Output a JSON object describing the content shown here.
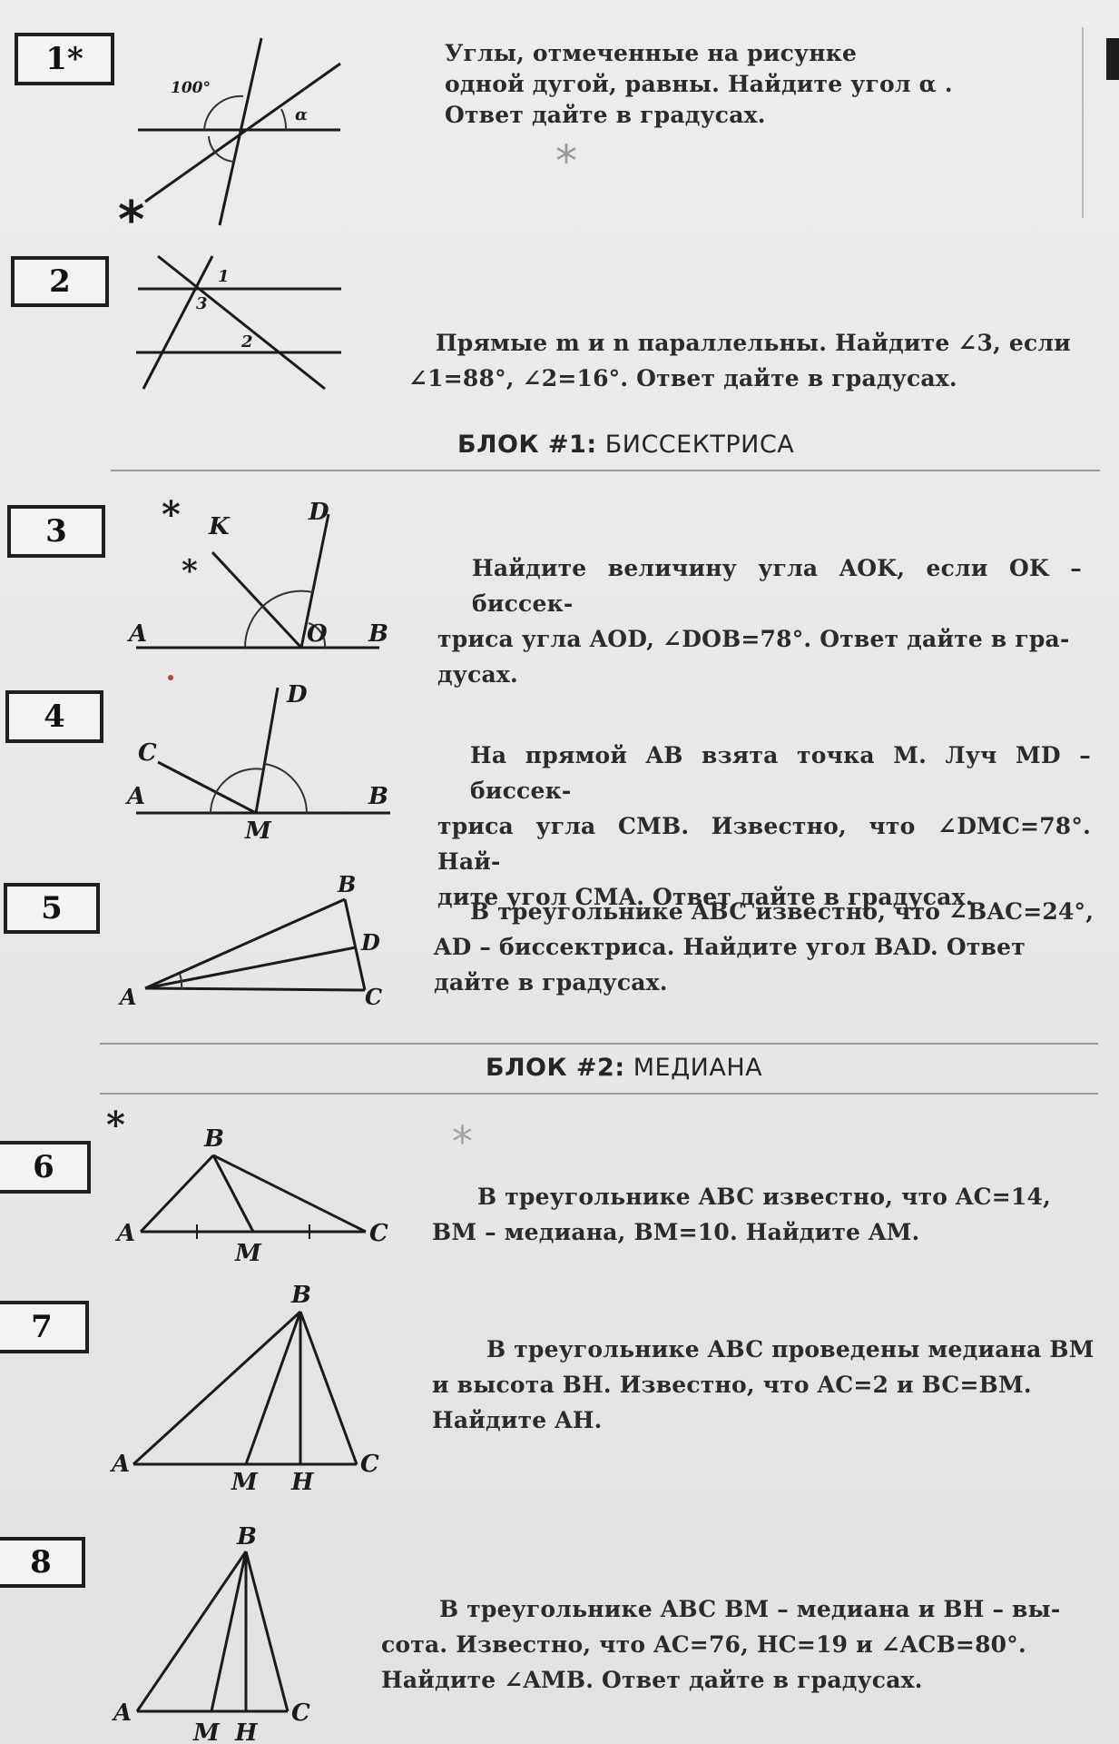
{
  "tasks": [
    {
      "number": "1*",
      "text_lines": [
        "Углы, отмеченные на рисунке",
        "одной дугой, равны. Найдите угол α .",
        "Ответ дайте в градусах."
      ],
      "figure_labels": {
        "angle": "100°",
        "alpha": "α"
      }
    },
    {
      "number": "2",
      "text_lines": [
        "Прямые m и n параллельны. Найдите ∠3, если",
        "∠1=88°, ∠2=16°. Ответ дайте в градусах."
      ],
      "figure_labels": {
        "l1": "1",
        "l2": "2",
        "l3": "3"
      }
    },
    {
      "number": "3",
      "text_lines": [
        "Найдите величину угла AOK, если OK – биссек-",
        "триса угла AOD, ∠DOB=78°. Ответ дайте в гра-",
        "дусах."
      ],
      "figure_labels": {
        "A": "A",
        "B": "B",
        "O": "O",
        "K": "K",
        "D": "D"
      }
    },
    {
      "number": "4",
      "text_lines": [
        "На прямой AB взята точка M. Луч MD – биссек-",
        "триса угла CMB. Известно, что ∠DMC=78°. Най-",
        "дите угол CMA. Ответ дайте в градусах."
      ],
      "figure_labels": {
        "A": "A",
        "B": "B",
        "C": "C",
        "D": "D",
        "M": "M"
      }
    },
    {
      "number": "5",
      "text_lines": [
        "В треугольнике ABC известно, что ∠BAC=24°,",
        "AD – биссектриса. Найдите угол BAD. Ответ",
        "дайте в градусах."
      ],
      "figure_labels": {
        "A": "A",
        "B": "B",
        "C": "C",
        "D": "D"
      }
    },
    {
      "number": "6",
      "text_lines": [
        "В треугольнике ABC известно, что AC=14,",
        "BM – медиана, BM=10. Найдите AM."
      ],
      "figure_labels": {
        "A": "A",
        "B": "B",
        "C": "C",
        "M": "M"
      }
    },
    {
      "number": "7",
      "text_lines": [
        "В треугольнике ABC проведены медиана BM",
        "и высота BH. Известно, что AC=2 и BC=BM.",
        "Найдите AH."
      ],
      "figure_labels": {
        "A": "A",
        "B": "B",
        "C": "C",
        "M": "M",
        "H": "H"
      }
    },
    {
      "number": "8",
      "text_lines": [
        "В треугольнике ABC BM – медиана и BH – вы-",
        "сота. Известно, что AC=76, HC=19 и ∠ACB=80°.",
        "Найдите ∠AMB. Ответ дайте в градусах."
      ],
      "figure_labels": {
        "A": "A",
        "B": "B",
        "C": "C",
        "M": "M",
        "H": "H"
      }
    }
  ],
  "blocks": [
    {
      "prefix": "БЛОК #1:",
      "title": "БИССЕКТРИСА"
    },
    {
      "prefix": "БЛОК #2:",
      "title": "МЕДИАНА"
    }
  ],
  "marks": {
    "asterisk": "*"
  },
  "colors": {
    "ink": "#1b1b1b",
    "paper": "#e9e9ea",
    "divider": "#9a9a9a"
  }
}
